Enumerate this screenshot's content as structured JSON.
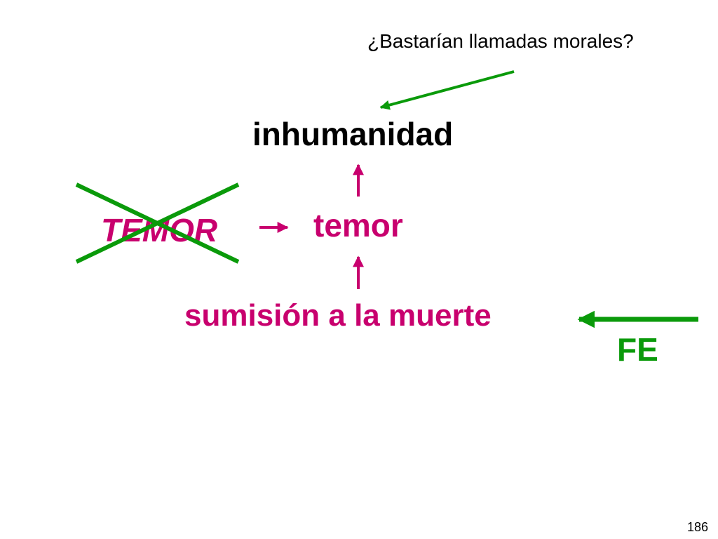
{
  "question": "¿Bastarían llamadas morales?",
  "nodes": {
    "top": "inhumanidad",
    "middle": "temor",
    "crossed": "TEMOR",
    "bottom": "sumisión a la muerte",
    "faith": "FE"
  },
  "page_number": "186",
  "colors": {
    "magenta": "#c8006e",
    "green": "#0a9a0a",
    "black": "#000000"
  }
}
